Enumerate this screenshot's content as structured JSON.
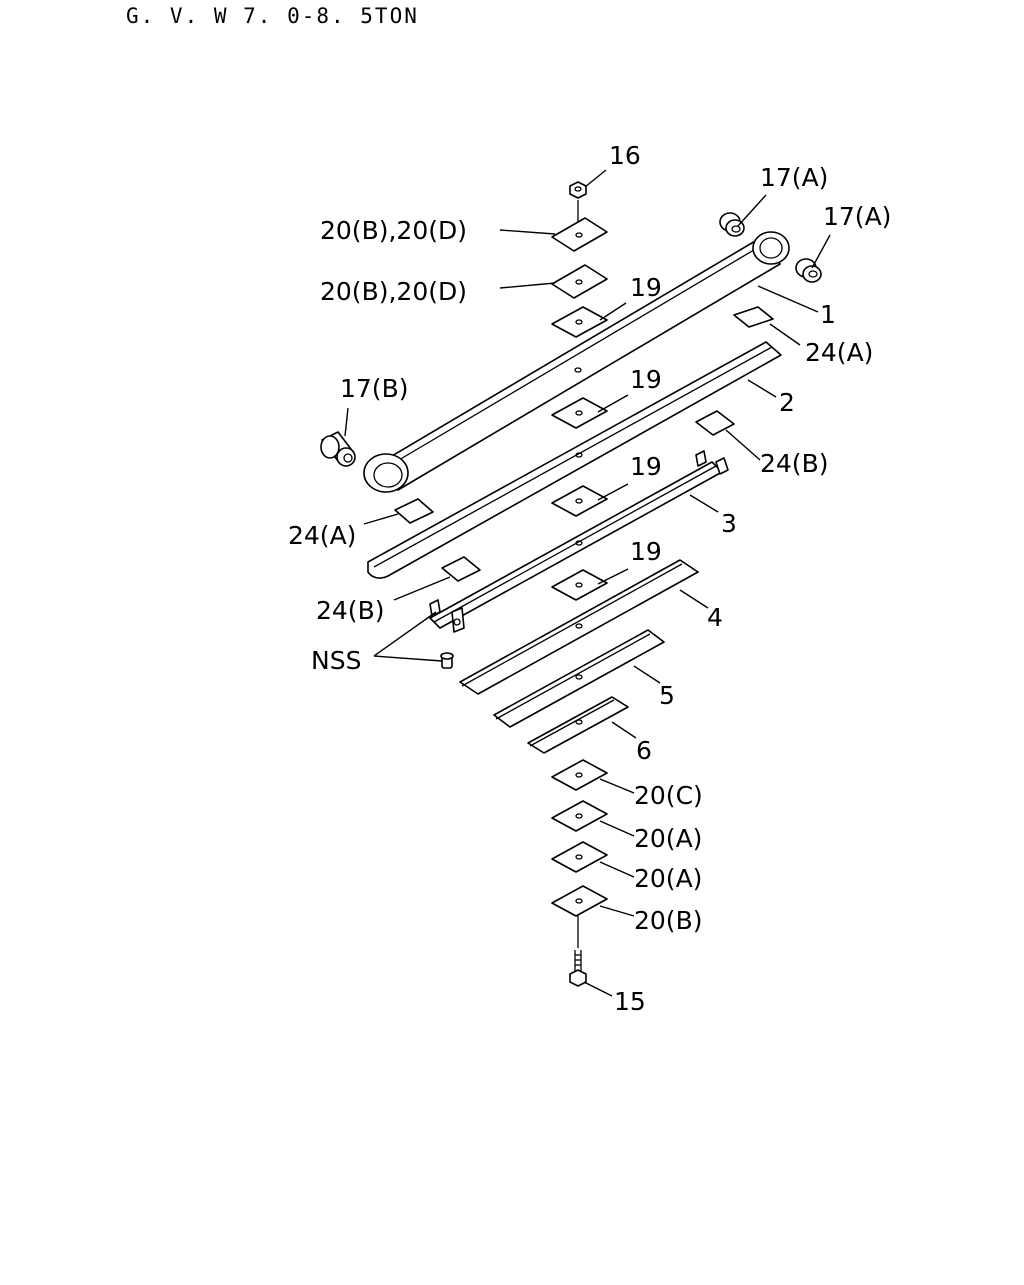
{
  "title": "G. V. W 7. 0-8. 5TON",
  "callouts": {
    "c16": "16",
    "c20bd_top": "20(B),20(D)",
    "c20bd_2": "20(B),20(D)",
    "c17a_1": "17(A)",
    "c17a_2": "17(A)",
    "c19_1": "19",
    "c1": "1",
    "c24a_right": "24(A)",
    "c17b": "17(B)",
    "c19_2": "19",
    "c2": "2",
    "c24b_right": "24(B)",
    "c19_3": "19",
    "c3": "3",
    "c24a_left": "24(A)",
    "c19_4": "19",
    "c24b_left": "24(B)",
    "c4": "4",
    "cnss": "NSS",
    "c5": "5",
    "c6": "6",
    "c20c": "20(C)",
    "c20a_1": "20(A)",
    "c20a_2": "20(A)",
    "c20b": "20(B)",
    "c15": "15"
  }
}
